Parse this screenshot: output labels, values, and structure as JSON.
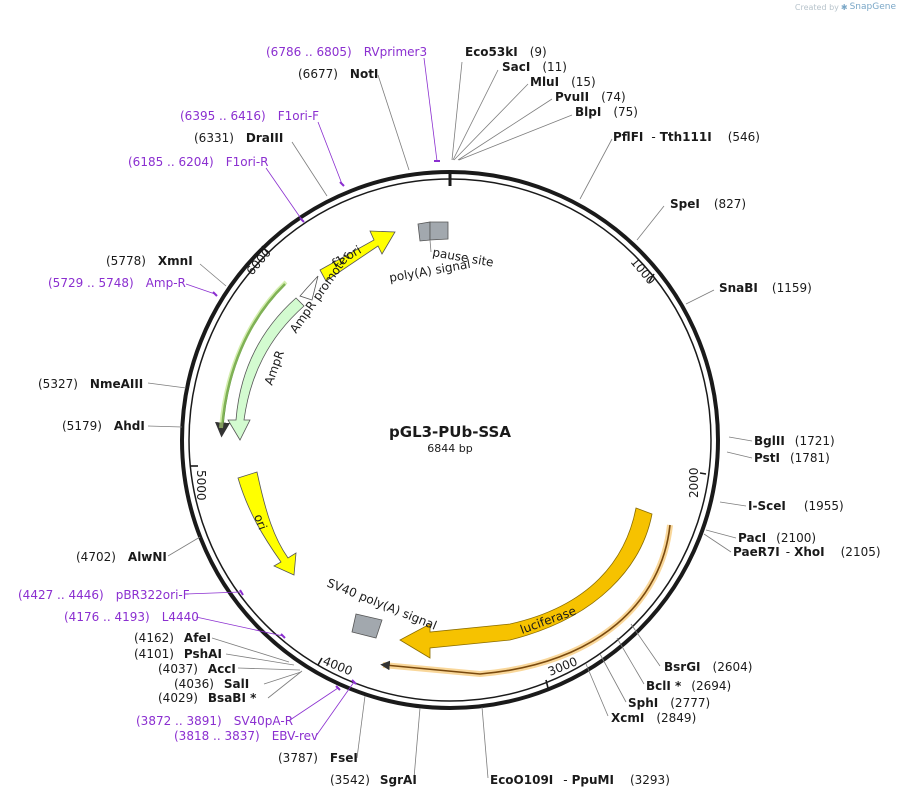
{
  "watermark": {
    "prefix": "Created by",
    "brand": "SnapGene"
  },
  "plasmid": {
    "name": "pGL3-PUb-SSA",
    "length": "6844 bp"
  },
  "ticks": [
    "1000",
    "2000",
    "3000",
    "4000",
    "5000",
    "6000"
  ],
  "features": {
    "f1ori": "f1 ori",
    "ampr_promoter": "AmpR promoter",
    "ampr": "AmpR",
    "ori": "ori",
    "luciferase": "luciferase",
    "sv40": "SV40 poly(A) signal",
    "pause": "pause site",
    "polya": "poly(A) signal"
  },
  "sites": [
    {
      "name": "Eco53kI",
      "pos": "(9)"
    },
    {
      "name": "SacI",
      "pos": "(11)"
    },
    {
      "name": "MluI",
      "pos": "(15)"
    },
    {
      "name": "PvuII",
      "pos": "(74)"
    },
    {
      "name": "BlpI",
      "pos": "(75)"
    },
    {
      "name": "PflFI",
      "sep": "-",
      "name2": "Tth111I",
      "pos": "(546)"
    },
    {
      "name": "SpeI",
      "pos": "(827)"
    },
    {
      "name": "SnaBI",
      "pos": "(1159)"
    },
    {
      "name": "BglII",
      "pos": "(1721)"
    },
    {
      "name": "PstI",
      "pos": "(1781)"
    },
    {
      "name": "I-SceI",
      "pos": "(1955)"
    },
    {
      "name": "PacI",
      "pos": "(2100)"
    },
    {
      "name": "PaeR7I",
      "sep": "-",
      "name2": "XhoI",
      "pos": "(2105)"
    },
    {
      "name": "BsrGI",
      "pos": "(2604)"
    },
    {
      "name": "BclI *",
      "pos": "(2694)"
    },
    {
      "name": "SphI",
      "pos": "(2777)"
    },
    {
      "name": "XcmI",
      "pos": "(2849)"
    },
    {
      "name": "EcoO109I",
      "sep": "-",
      "name2": "PpuMI",
      "pos": "(3293)"
    },
    {
      "name": "SgrAI",
      "pos": "(3542)"
    },
    {
      "name": "FseI",
      "pos": "(3787)"
    },
    {
      "name": "BsaBI *",
      "pos": "(4029)"
    },
    {
      "name": "SalI",
      "pos": "(4036)"
    },
    {
      "name": "AccI",
      "pos": "(4037)"
    },
    {
      "name": "PshAI",
      "pos": "(4101)"
    },
    {
      "name": "AfeI",
      "pos": "(4162)"
    },
    {
      "name": "AlwNI",
      "pos": "(4702)"
    },
    {
      "name": "AhdI",
      "pos": "(5179)"
    },
    {
      "name": "NmeAIII",
      "pos": "(5327)"
    },
    {
      "name": "XmnI",
      "pos": "(5778)"
    },
    {
      "name": "DraIII",
      "pos": "(6331)"
    },
    {
      "name": "NotI",
      "pos": "(6677)"
    }
  ],
  "primers": [
    {
      "range": "(6786 .. 6805)",
      "name": "RVprimer3"
    },
    {
      "range": "(6395 .. 6416)",
      "name": "F1ori-F"
    },
    {
      "range": "(6185 .. 6204)",
      "name": "F1ori-R"
    },
    {
      "range": "(5729 .. 5748)",
      "name": "Amp-R"
    },
    {
      "range": "(4427 .. 4446)",
      "name": "pBR322ori-F"
    },
    {
      "range": "(4176 .. 4193)",
      "name": "L4440"
    },
    {
      "range": "(3872 .. 3891)",
      "name": "SV40pA-R"
    },
    {
      "range": "(3818 .. 3837)",
      "name": "EBV-rev"
    }
  ],
  "colors": {
    "backbone": "#1a1a1a",
    "primer": "#8b2fd0",
    "ori_yellow": "#ffff00",
    "luciferase_orange": "#f6c200",
    "ampr_green": "#d3fbd0",
    "polyA_gray": "#a2a8ae"
  }
}
